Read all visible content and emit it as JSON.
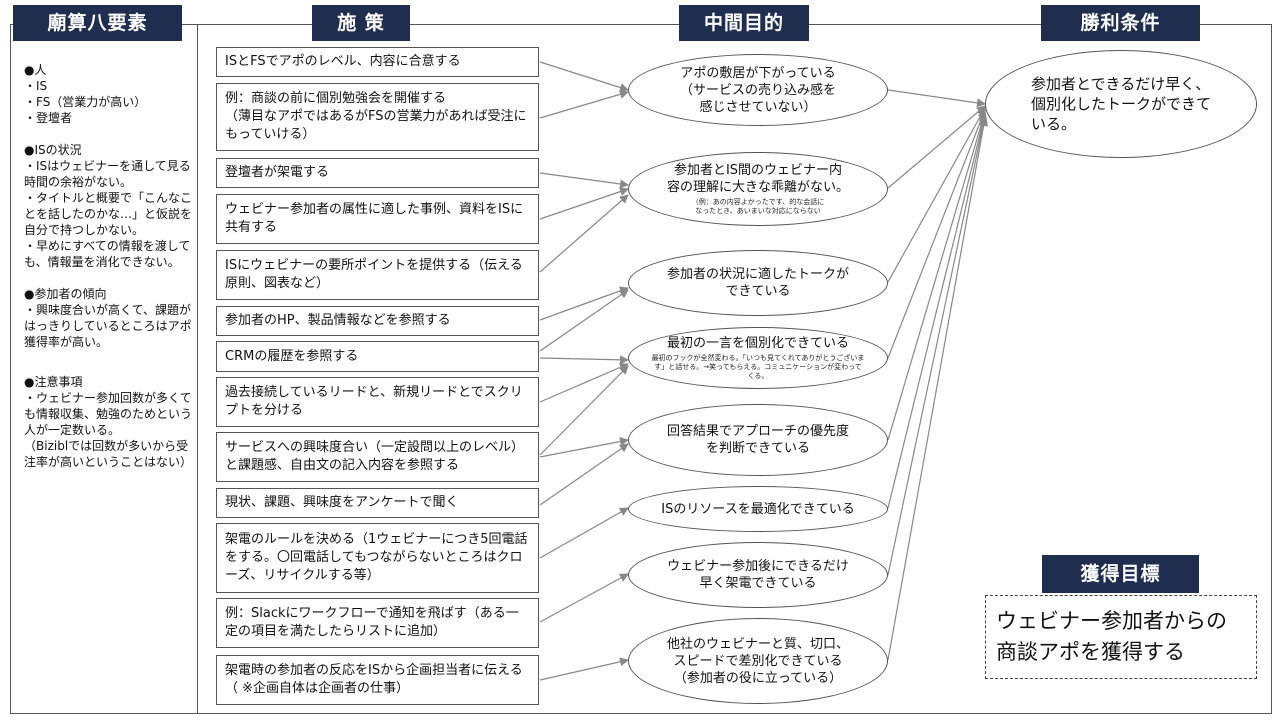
{
  "headers": {
    "elements": "廟算八要素",
    "measures": "施 策",
    "intermediate": "中間目的",
    "victory": "勝利条件",
    "target": "獲得目標"
  },
  "left_sections": [
    {
      "title": "●人",
      "body": "・IS\n・FS（営業力が高い）\n・登壇者"
    },
    {
      "title": "●ISの状況",
      "body": "・ISはウェビナーを通して見る時間の余裕がない。\n・タイトルと概要で「こんなことを話したのかな…」と仮説を自分で持つしかない。\n・早めにすべての情報を渡しても、情報量を消化できない。"
    },
    {
      "title": "●参加者の傾向",
      "body": "・興味度合いが高くて、課題がはっきりしているところはアポ獲得率が高い。"
    },
    {
      "title": "●注意事項",
      "body": "・ウェビナー参加回数が多くても情報収集、勉強のためという人が一定数いる。\n（Biziblでは回数が多いから受注率が高いということはない）"
    }
  ],
  "measures": [
    "ISとFSでアポのレベル、内容に合意する",
    "例：商談の前に個別勉強会を開催する\n（薄目なアポではあるがFSの営業力があれば受注にもっていける）",
    "登壇者が架電する",
    "ウェビナー参加者の属性に適した事例、資料をISに共有する",
    "ISにウェビナーの要所ポイントを提供する（伝える原則、図表など）",
    "参加者のHP、製品情報などを参照する",
    "CRMの履歴を参照する",
    "過去接続しているリードと、新規リードとでスクリプトを分ける",
    "サービスへの興味度合い（一定設問以上のレベル）と課題感、自由文の記入内容を参照する",
    "現状、課題、興味度をアンケートで聞く",
    "架電のルールを決める（1ウェビナーにつき5回電話をする。〇回電話してもつながらないところはクローズ、リサイクルする等）",
    "例：Slackにワークフローで通知を飛ばす（ある一定の項目を満たしたらリストに追加）",
    "架電時の参加者の反応をISから企画担当者に伝える（ ※企画自体は企画者の仕事）"
  ],
  "intermediate": [
    {
      "text": "アポの敷居が下がっている\n（サービスの売り込み感を\n感じさせていない）",
      "sub": ""
    },
    {
      "text": "参加者とIS間のウェビナー内\n容の理解に大きな乖離がない。",
      "sub": "（例：あの内容よかったです、的な会話に\nなったとき、あいまいな対応にならない"
    },
    {
      "text": "参加者の状況に適したトークが\nできている",
      "sub": ""
    },
    {
      "text": "最初の一言を個別化できている",
      "sub": "最初のフックが全然変わる。「いつも見てくれてありがとうございます」と話せる。→笑ってもらえる。コミュニケーションが変わってくる。"
    },
    {
      "text": "回答結果でアプローチの優先度\nを判断できている",
      "sub": ""
    },
    {
      "text": "ISのリソースを最適化できている",
      "sub": ""
    },
    {
      "text": "ウェビナー参加後にできるだけ\n早く架電できている",
      "sub": ""
    },
    {
      "text": "他社のウェビナーと質、切口、\nスピードで差別化できている\n（参加者の役に立っている）",
      "sub": ""
    }
  ],
  "victory_condition": "参加者とできるだけ早く、\n個別化したトークができて\nいる。",
  "target_goal": "ウェビナー参加者からの\n商談アポを獲得する",
  "colors": {
    "header_bg": "#1f2d4e",
    "header_text": "#ffffff",
    "line": "#888888",
    "border": "#555555"
  }
}
